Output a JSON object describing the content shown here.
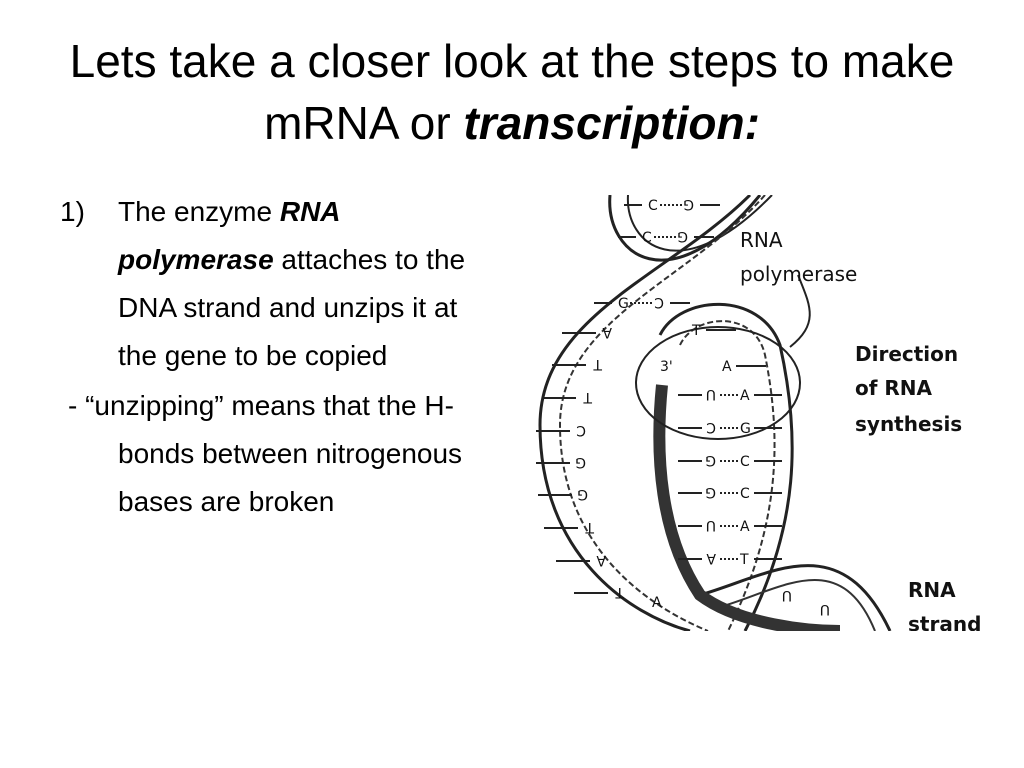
{
  "slide": {
    "title_part1": "Lets take a closer look at the steps to make mRNA or ",
    "title_emph": "transcription:",
    "item1": {
      "number": "1)",
      "text_before": "The enzyme ",
      "text_emph": "RNA polymerase",
      "text_after": " attaches to the DNA strand and unzips it at the gene to be copied"
    },
    "subpoint": "- “unzipping” means that the H-bonds between nitrogenous bases are broken"
  },
  "figure": {
    "label_polymerase_line1": "RNA",
    "label_polymerase_line2": "polymerase",
    "label_direction_line1": "Direction",
    "label_direction_line2": "of RNA",
    "label_direction_line3": "synthesis",
    "label_strand_line1": "RNA",
    "label_strand_line2": "strand",
    "label_three_prime": "3'",
    "top_pairs": [
      {
        "left": "C",
        "right": "G"
      },
      {
        "left": "C",
        "right": "G"
      },
      {
        "left": "G",
        "right": "C"
      }
    ],
    "left_strand_bases": [
      "A",
      "T",
      "T",
      "C",
      "G",
      "G",
      "T",
      "A",
      "T"
    ],
    "rna_pairs": [
      {
        "rna": "U",
        "dna": "A"
      },
      {
        "rna": "C",
        "dna": "G"
      },
      {
        "rna": "G",
        "dna": "C"
      },
      {
        "rna": "G",
        "dna": "C"
      },
      {
        "rna": "U",
        "dna": "A"
      },
      {
        "rna": "A",
        "dna": "T"
      }
    ],
    "bubble_bases": [
      "T",
      "A"
    ],
    "lower_bases": [
      "A",
      "U",
      "U"
    ]
  }
}
